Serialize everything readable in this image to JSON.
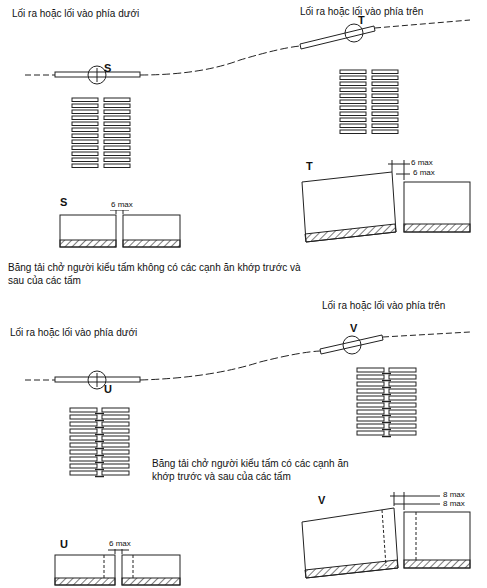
{
  "diagram": {
    "labels": [
      "Lối ra hoặc lối vào phía dưới",
      "Lối ra hoặc lối vào phía trên",
      "S",
      "T",
      "T",
      "6 max",
      "6 max",
      "S",
      "6 max",
      "Băng tải chở người kiểu tấm không có các cạnh ăn khớp trước và sau của các tấm",
      "Lối ra hoặc lối vào phía trên",
      "Lối ra hoặc lối vào phía dưới",
      "U",
      "V",
      "Băng tải chở người kiểu tấm có các cạnh ăn khớp trước và sau của các tấm",
      "V",
      "8 max",
      "8 max",
      "U",
      "6 max"
    ]
  }
}
